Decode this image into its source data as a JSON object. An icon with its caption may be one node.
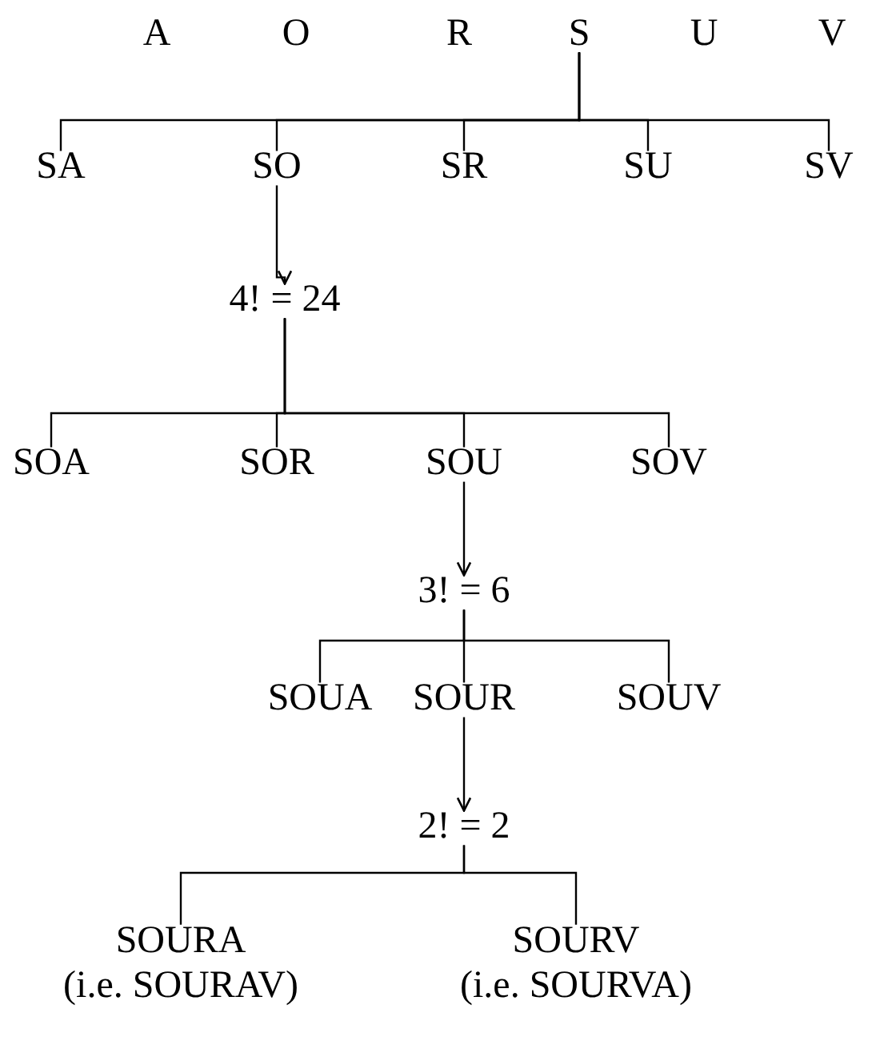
{
  "diagram": {
    "nodes": [
      {
        "text": [
          "A"
        ]
      },
      {
        "text": [
          "O"
        ]
      },
      {
        "text": [
          "R"
        ]
      },
      {
        "text": [
          "S"
        ]
      },
      {
        "text": [
          "U"
        ]
      },
      {
        "text": [
          "V"
        ]
      },
      {
        "text": [
          "SA"
        ]
      },
      {
        "text": [
          "SO"
        ]
      },
      {
        "text": [
          "SR"
        ]
      },
      {
        "text": [
          "SU"
        ]
      },
      {
        "text": [
          "SV"
        ]
      },
      {
        "text": [
          "4! = 24"
        ]
      },
      {
        "text": [
          "SOA"
        ]
      },
      {
        "text": [
          "SOR"
        ]
      },
      {
        "text": [
          "SOU"
        ]
      },
      {
        "text": [
          "SOV"
        ]
      },
      {
        "text": [
          "3! = 6"
        ]
      },
      {
        "text": [
          "SOUA"
        ]
      },
      {
        "text": [
          "SOUR"
        ]
      },
      {
        "text": [
          "SOUV"
        ]
      },
      {
        "text": [
          "2! = 2"
        ]
      },
      {
        "text": [
          "SOURA",
          "(i.e. SOURAV)"
        ]
      },
      {
        "text": [
          "SOURV",
          "(i.e. SOURVA)"
        ]
      }
    ],
    "edges": [
      {
        "from": 3,
        "to": 6,
        "arrow": "none"
      },
      {
        "from": 3,
        "to": 7,
        "arrow": "none"
      },
      {
        "from": 3,
        "to": 8,
        "arrow": "none"
      },
      {
        "from": 3,
        "to": 9,
        "arrow": "none"
      },
      {
        "from": 3,
        "to": 10,
        "arrow": "none"
      },
      {
        "from": 7,
        "to": 11,
        "arrow": "to"
      },
      {
        "from": 11,
        "to": 12,
        "arrow": "none"
      },
      {
        "from": 11,
        "to": 13,
        "arrow": "none"
      },
      {
        "from": 11,
        "to": 14,
        "arrow": "none"
      },
      {
        "from": 11,
        "to": 15,
        "arrow": "none"
      },
      {
        "from": 14,
        "to": 16,
        "arrow": "to"
      },
      {
        "from": 16,
        "to": 17,
        "arrow": "none"
      },
      {
        "from": 16,
        "to": 18,
        "arrow": "none"
      },
      {
        "from": 16,
        "to": 19,
        "arrow": "none"
      },
      {
        "from": 18,
        "to": 20,
        "arrow": "to"
      },
      {
        "from": 20,
        "to": 21,
        "arrow": "none"
      },
      {
        "from": 20,
        "to": 22,
        "arrow": "none"
      }
    ]
  }
}
